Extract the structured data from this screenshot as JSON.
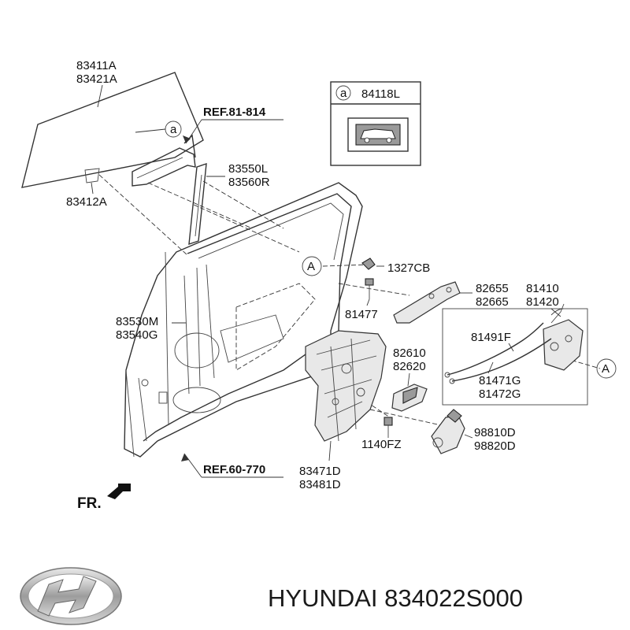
{
  "labels": {
    "glass": [
      "83411A",
      "83421A"
    ],
    "glass_run": "83412A",
    "ref_top": "REF.81-814",
    "channel": [
      "83550L",
      "83560R"
    ],
    "bolt": "1327CB",
    "handle": [
      "82655",
      "82665"
    ],
    "latch": [
      "81410",
      "81420"
    ],
    "screw": "81477",
    "weatherstrip": [
      "83530M",
      "83540G"
    ],
    "cable_a": "81491F",
    "cable_b": [
      "81471G",
      "81472G"
    ],
    "inner_handle": [
      "82610",
      "82620"
    ],
    "fastener": "1140FZ",
    "motor": [
      "98810D",
      "98820D"
    ],
    "ref_bottom": "REF.60-770",
    "regulator": [
      "83471D",
      "83481D"
    ],
    "front": "FR.",
    "callout_letter": "a",
    "callout_part": "84118L",
    "marker": "A"
  },
  "brand": {
    "caption": "HYUNDAI 834022S000"
  }
}
